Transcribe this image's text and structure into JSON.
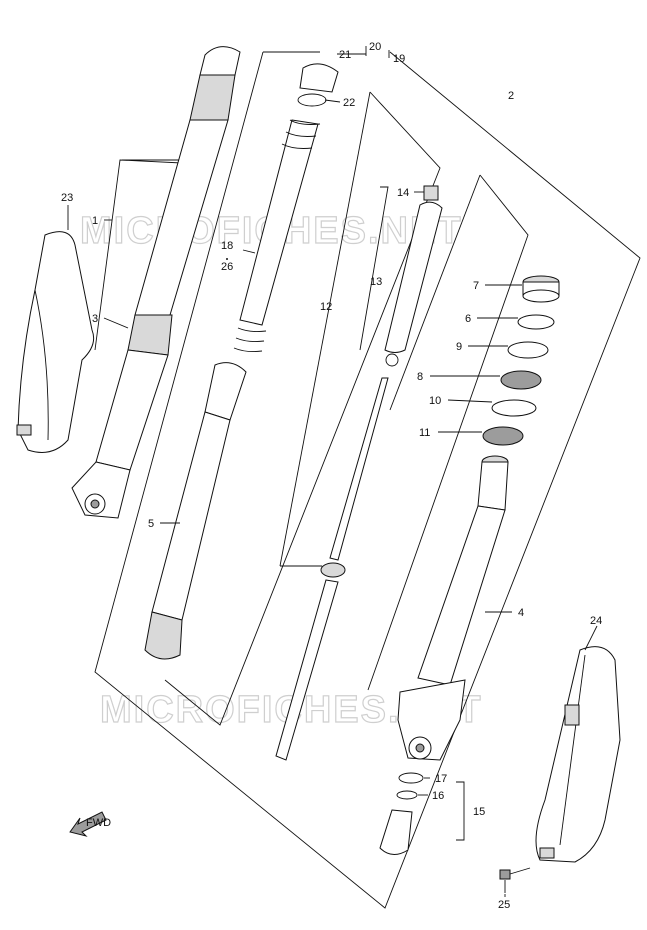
{
  "watermark": "MICROFICHES.NET",
  "direction_label": "FWD",
  "callouts": [
    {
      "id": "1",
      "text": "1"
    },
    {
      "id": "2",
      "text": "2"
    },
    {
      "id": "3",
      "text": "3"
    },
    {
      "id": "4",
      "text": "4"
    },
    {
      "id": "5",
      "text": "5"
    },
    {
      "id": "6",
      "text": "6"
    },
    {
      "id": "7",
      "text": "7"
    },
    {
      "id": "8",
      "text": "8"
    },
    {
      "id": "9",
      "text": "9"
    },
    {
      "id": "10",
      "text": "10"
    },
    {
      "id": "11",
      "text": "11"
    },
    {
      "id": "12",
      "text": "12"
    },
    {
      "id": "13",
      "text": "13"
    },
    {
      "id": "14",
      "text": "14"
    },
    {
      "id": "15",
      "text": "15"
    },
    {
      "id": "16",
      "text": "16"
    },
    {
      "id": "17",
      "text": "17"
    },
    {
      "id": "18",
      "text": "18"
    },
    {
      "id": "19",
      "text": "19"
    },
    {
      "id": "20",
      "text": "20"
    },
    {
      "id": "21",
      "text": "21"
    },
    {
      "id": "22",
      "text": "22"
    },
    {
      "id": "23",
      "text": "23"
    },
    {
      "id": "24",
      "text": "24"
    },
    {
      "id": "25",
      "text": "25"
    },
    {
      "id": "26",
      "text": "26"
    }
  ]
}
